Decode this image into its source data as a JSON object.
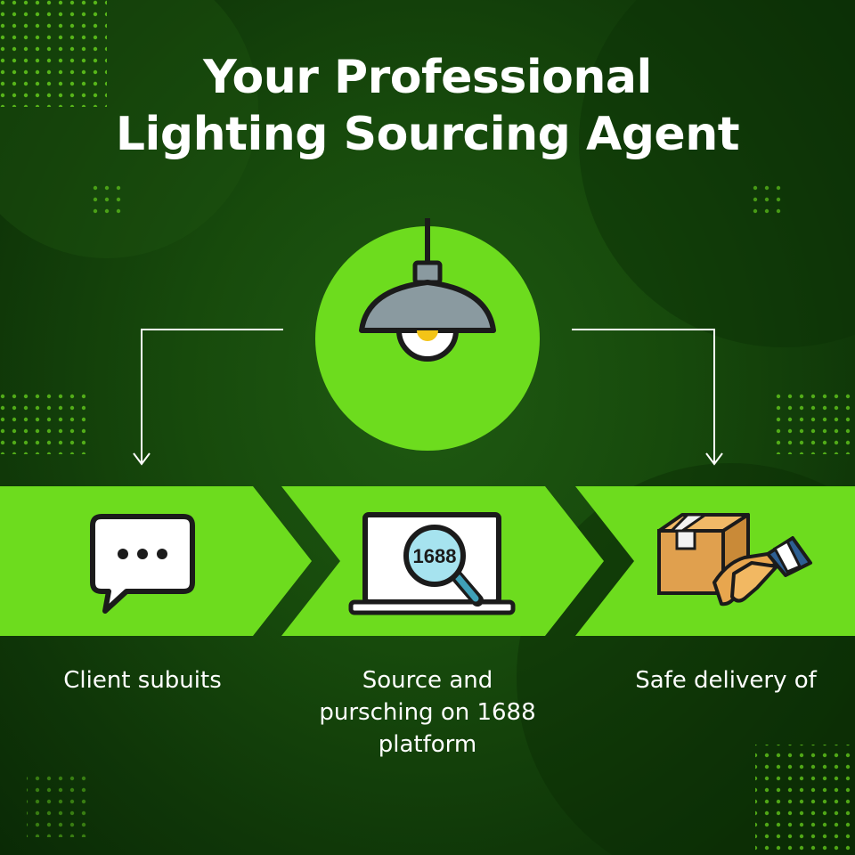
{
  "title": {
    "line1": "Your Professional",
    "line2": "Lighting Sourcing Agent"
  },
  "colors": {
    "background": "#164a0b",
    "accent_green": "#6ddc1e",
    "dark_green": "#0c2e06",
    "text": "#ffffff"
  },
  "center_icon": "pendant-lamp-icon",
  "steps": [
    {
      "icon": "chat-bubble-icon",
      "label": "Client subuits"
    },
    {
      "icon": "laptop-search-icon",
      "icon_text": "1688",
      "label_lines": [
        "Source and",
        "pursching on 1688",
        "platform"
      ]
    },
    {
      "icon": "box-handshake-icon",
      "label": "Safe delivery of"
    }
  ]
}
